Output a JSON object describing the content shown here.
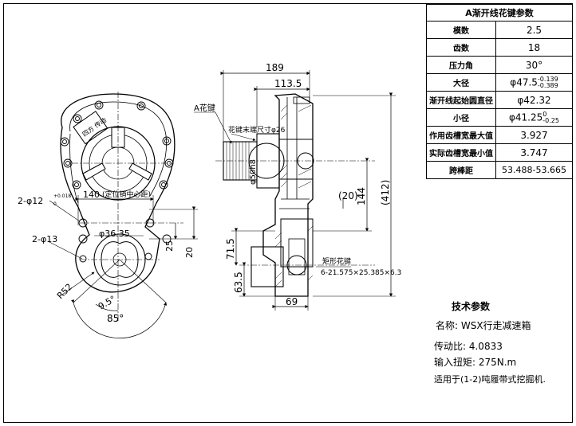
{
  "table": {
    "title": "A渐开线花键参数",
    "rows": [
      {
        "key": "模数",
        "value": "2.5"
      },
      {
        "key": "齿数",
        "value": "18"
      },
      {
        "key": "压力角",
        "value": "30°"
      },
      {
        "key": "大径",
        "value": "φ47.5",
        "tol_upper": "-0.139",
        "tol_lower": "-0.389"
      },
      {
        "key": "渐开线起始圆直径",
        "value": "φ42.32"
      },
      {
        "key": "小径",
        "value": "φ41.25",
        "tol_upper": "0",
        "tol_lower": "-0.25"
      },
      {
        "key": "作用齿槽宽最大值",
        "value": "3.927"
      },
      {
        "key": "实际齿槽宽最小值",
        "value": "3.747"
      },
      {
        "key": "跨棒距",
        "value": "53.488-53.665"
      }
    ]
  },
  "tech": {
    "title": "技术参数",
    "name": "名称: WSX行走减速箱",
    "ratio": "传动比: 4.0833",
    "torque": "输入扭矩: 275N.m",
    "applicable": "适用于(1-2)吨履带式挖掘机."
  },
  "front_view": {
    "hole_a": "2-φ12",
    "hole_a_tol_upper": "+0.018",
    "hole_a_tol_lower": "0",
    "dim_140": "140",
    "dim_140_note": "(定位销中心距)",
    "hole_b": "2-φ13",
    "dim_phi": "φ36.35",
    "dim_25": "25",
    "dim_20": "20",
    "radius": "R52",
    "angle_small": "9.5°",
    "angle_large": "85°",
    "plate_text": "四方\n传动"
  },
  "side_view": {
    "label_a_spline": "A花键",
    "label_spline_end": "花键末端尺寸φ26",
    "dim_189": "189",
    "dim_113_5": "113.5",
    "dim_phi50": "φ50h8",
    "dim_20_paren": "(20)",
    "dim_144": "144",
    "dim_412": "(412)",
    "dim_71_5": "71.5",
    "dim_63_5": "63.5",
    "dim_69": "69",
    "label_rect_spline": "矩形花键",
    "rect_spline_spec": "6-21.575×25.385×6.3"
  }
}
